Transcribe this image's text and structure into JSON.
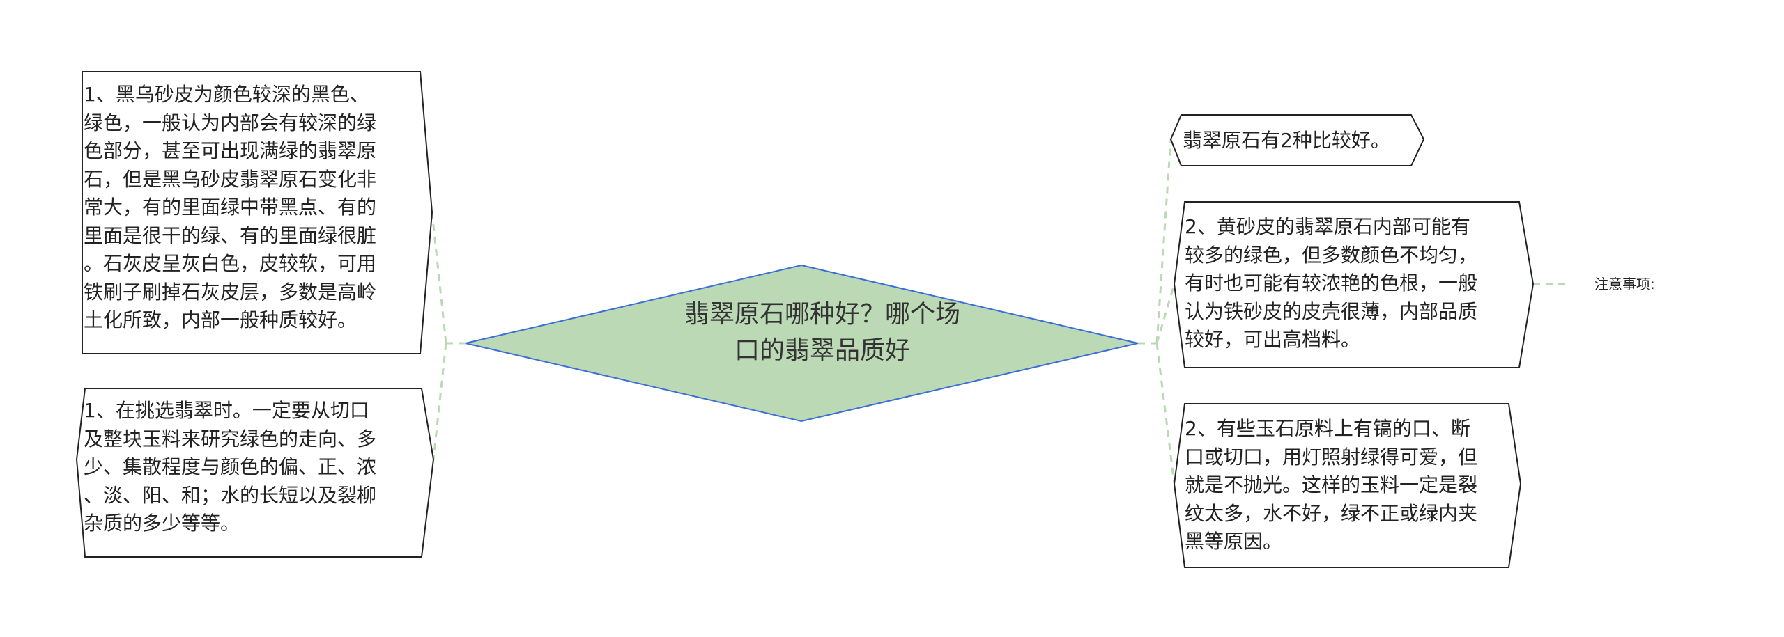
{
  "colors": {
    "center_fill": "#bcd9b6",
    "center_stroke": "#3b6fd6",
    "connector": "#bcd9b6",
    "box_stroke": "#222222"
  },
  "center": {
    "text": "翡翠原石哪种好？哪个场\n口的翡翠品质好"
  },
  "left_nodes": [
    {
      "text": "1、黑乌砂皮为颜色较深的黑色、\n绿色，一般认为内部会有较深的绿\n色部分，甚至可出现满绿的翡翠原\n石，但是黑乌砂皮翡翠原石变化非\n常大，有的里面绿中带黑点、有的\n里面是很干的绿、有的里面绿很脏\n。石灰皮呈灰白色，皮较软，可用\n铁刷子刷掉石灰皮层，多数是高岭\n土化所致，内部一般种质较好。"
    },
    {
      "text": "1、在挑选翡翠时。一定要从切口\n及整块玉料来研究绿色的走向、多\n少、集散程度与颜色的偏、正、浓\n、淡、阳、和；水的长短以及裂柳\n杂质的多少等等。"
    }
  ],
  "right_nodes": [
    {
      "text": "翡翠原石有2种比较好。"
    },
    {
      "text": "2、黄砂皮的翡翠原石内部可能有\n较多的绿色，但多数颜色不均匀，\n有时也可能有较浓艳的色根，一般\n认为铁砂皮的皮壳很薄，内部品质\n较好，可出高档料。"
    },
    {
      "text": "2、有些玉石原料上有镐的口、断\n口或切口，用灯照射绿得可爱，但\n就是不抛光。这样的玉料一定是裂\n纹太多，水不好，绿不正或绿内夹\n黑等原因。"
    }
  ],
  "note": {
    "text": "注意事项:"
  }
}
